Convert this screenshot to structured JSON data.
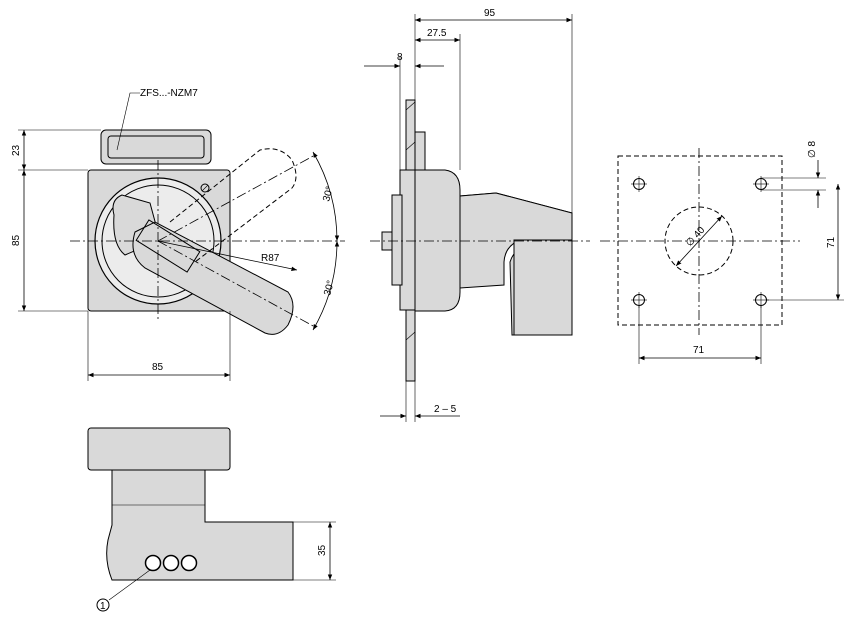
{
  "labels": {
    "product_code": "ZFS...-NZM7",
    "front_height": "85",
    "front_width": "85",
    "knob_height": "23",
    "radius": "R87",
    "angle_upper": "30°",
    "angle_lower": "30°",
    "side_depth_total": "95",
    "side_depth_mid": "27.5",
    "side_offset": "8",
    "panel_thickness": "2 – 5",
    "hole_diameter": "∅ 8",
    "cutout_diameter": "∅ 40",
    "hole_spacing_v": "71",
    "hole_spacing_h": "71",
    "bottom_height": "35",
    "callout": "1"
  }
}
